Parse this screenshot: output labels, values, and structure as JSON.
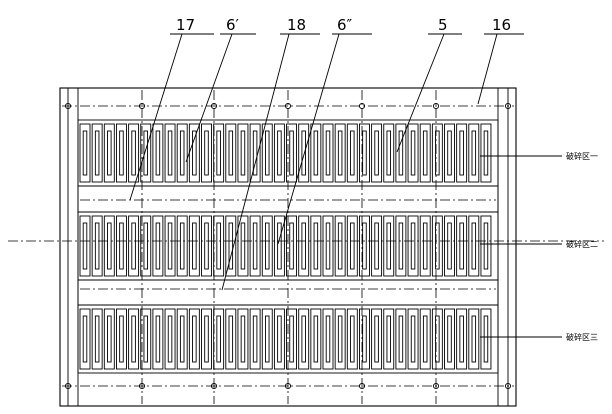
{
  "labels": {
    "l17": "17",
    "l6p": "6′",
    "l18": "18",
    "l6pp": "6″",
    "l5": "5",
    "l16": "16"
  },
  "zones": [
    "破碎区一",
    "破碎区二",
    "破碎区三"
  ]
}
